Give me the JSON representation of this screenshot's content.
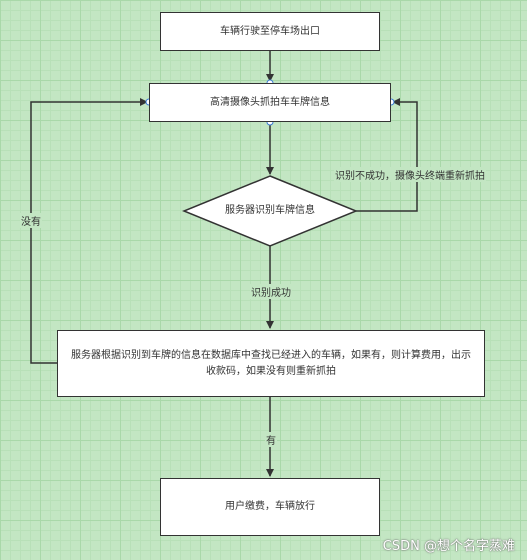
{
  "nodes": {
    "start": "车辆行驶至停车场出口",
    "capture": "高清摄像头抓拍车车牌信息",
    "recognize": "服务器识别车牌信息",
    "lookup": "服务器根据识别到车牌的信息在数据库中查找已经进入的车辆，如果有，则计算费用，出示收款码，如果没有则重新抓拍",
    "end": "用户缴费，车辆放行"
  },
  "edges": {
    "fail": "识别不成功，摄像头终端重新抓拍",
    "success": "识别成功",
    "not_found": "没有",
    "found": "有"
  },
  "watermark": "CSDN @想个名字蒸难"
}
